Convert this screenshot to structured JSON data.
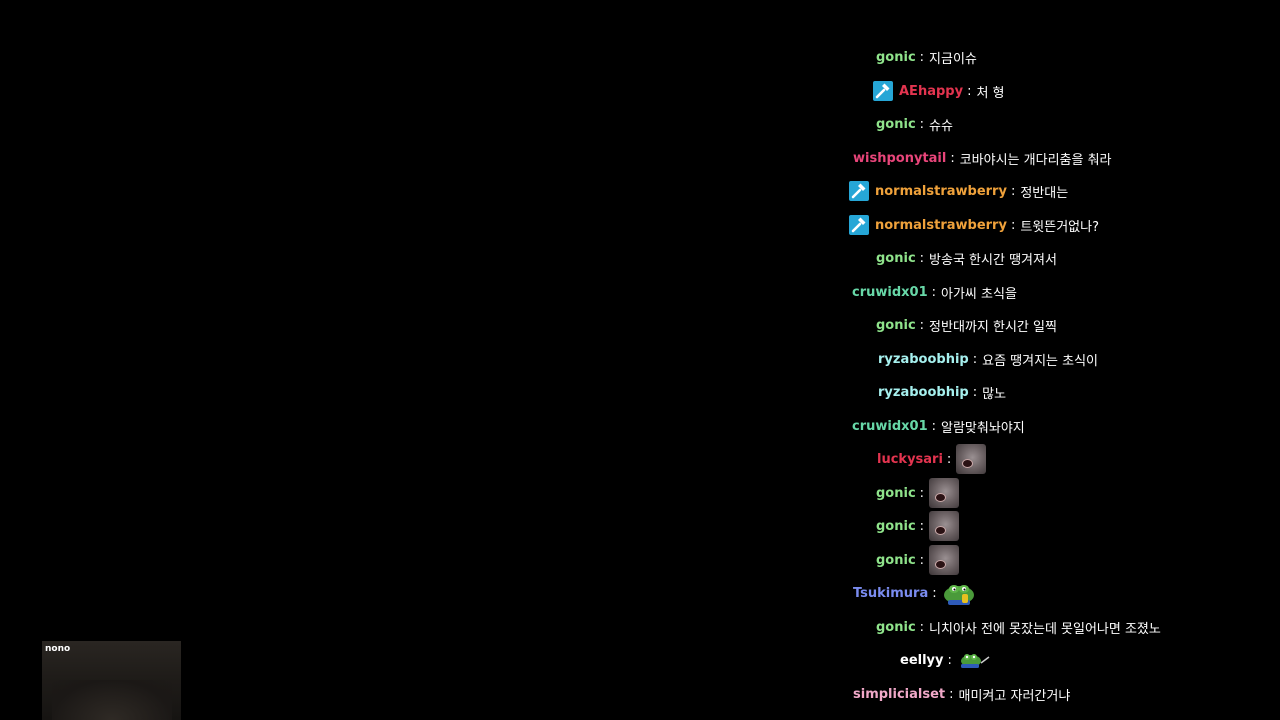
{
  "chat": {
    "separator": ":",
    "lines": [
      {
        "nick": "gonic",
        "nick_color": "#8fe38b",
        "message": "지금이슈"
      },
      {
        "nick": "AEhappy",
        "nick_color": "#e3344f",
        "message": "처 형",
        "badge": "moderator-icon"
      },
      {
        "nick": "gonic",
        "nick_color": "#8fe38b",
        "message": "슈슈"
      },
      {
        "nick": "wishponytail",
        "nick_color": "#e8457a",
        "message": "코바야시는 개다리춤을 춰라"
      },
      {
        "nick": "normalstrawberry",
        "nick_color": "#f0a23b",
        "message": "정반대는",
        "badge": "moderator-icon"
      },
      {
        "nick": "normalstrawberry",
        "nick_color": "#f0a23b",
        "message": "트윗뜬거없나?",
        "badge": "moderator-icon"
      },
      {
        "nick": "gonic",
        "nick_color": "#8fe38b",
        "message": "방송국 한시간 땡겨져서"
      },
      {
        "nick": "cruwidx01",
        "nick_color": "#68d8a8",
        "message": "아가씨 초식을"
      },
      {
        "nick": "gonic",
        "nick_color": "#8fe38b",
        "message": "정반대까지 한시간 일찍"
      },
      {
        "nick": "ryzaboobhip",
        "nick_color": "#a6f0ee",
        "message": "요즘 땡겨지는 초식이"
      },
      {
        "nick": "ryzaboobhip",
        "nick_color": "#a6f0ee",
        "message": "많노"
      },
      {
        "nick": "cruwidx01",
        "nick_color": "#68d8a8",
        "message": "알람맞춰놔야지"
      },
      {
        "nick": "luckysari",
        "nick_color": "#e3344f",
        "emote": "screaming-face-emote"
      },
      {
        "nick": "gonic",
        "nick_color": "#8fe38b",
        "emote": "screaming-face-emote"
      },
      {
        "nick": "gonic",
        "nick_color": "#8fe38b",
        "emote": "screaming-face-emote"
      },
      {
        "nick": "gonic",
        "nick_color": "#8fe38b",
        "emote": "screaming-face-emote"
      },
      {
        "nick": "Tsukimura",
        "nick_color": "#7a8cf0",
        "emote": "pepe-frog-emote"
      },
      {
        "nick": "gonic",
        "nick_color": "#8fe38b",
        "message": "니치아사 전에 못잤는데 못일어나면 조졌노"
      },
      {
        "nick": "eellyy",
        "nick_color": "#ffffff",
        "emote": "pepe-small-emote"
      },
      {
        "nick": "simplicialset",
        "nick_color": "#f0a8c8",
        "message": "매미켜고 자러간거냐"
      }
    ]
  },
  "webcam": {
    "logo_text": "nono"
  }
}
